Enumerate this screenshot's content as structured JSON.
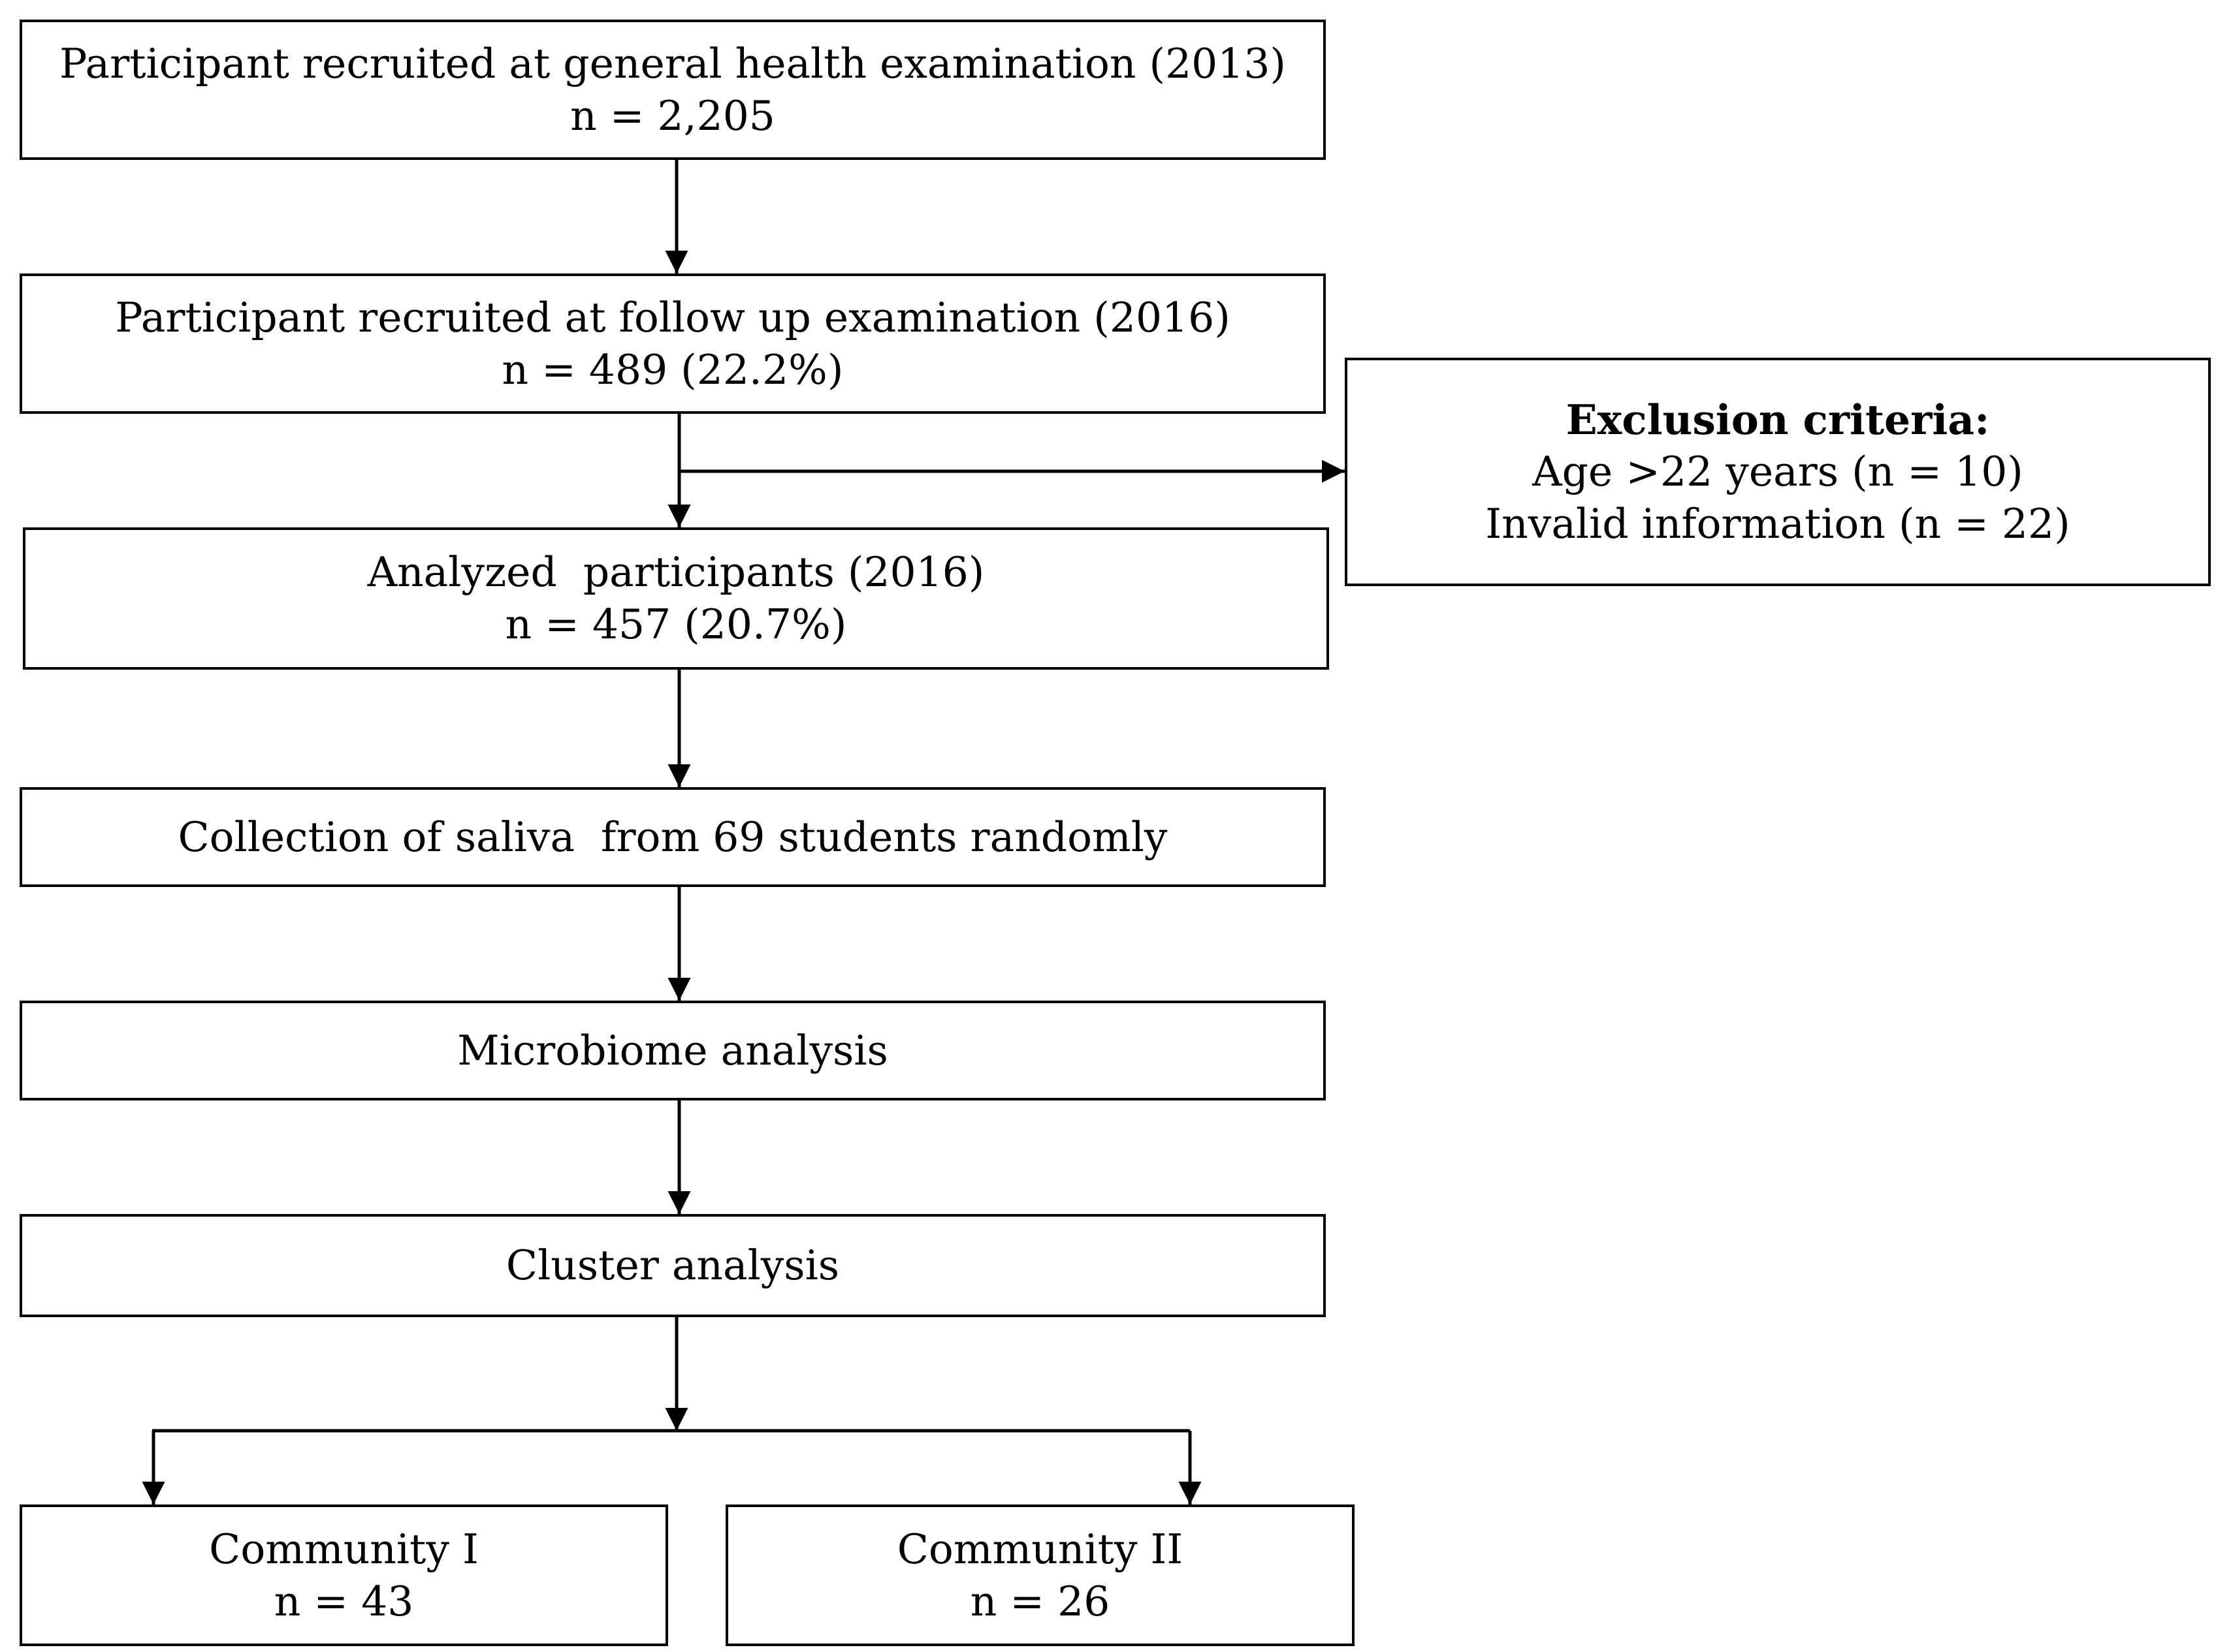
{
  "flowchart": {
    "recruit_2013": {
      "line1": "Participant recruited at general health examination (2013)",
      "line2": "n = 2,205"
    },
    "recruit_2016": {
      "line1": "Participant recruited at follow up examination (2016)",
      "line2": "n = 489 (22.2%)"
    },
    "exclusion": {
      "title": "Exclusion criteria:",
      "line1": "Age >22 years (n = 10)",
      "line2": "Invalid information (n = 22)"
    },
    "analyzed": {
      "line1": "Analyzed  participants (2016)",
      "line2": "n = 457 (20.7%)"
    },
    "saliva": {
      "line1": "Collection of saliva  from 69 students randomly"
    },
    "microbiome": {
      "line1": "Microbiome analysis"
    },
    "cluster": {
      "line1": "Cluster analysis"
    },
    "community_1": {
      "line1": "Community I",
      "line2": "n = 43"
    },
    "community_2": {
      "line1": "Community II",
      "line2": "n = 26"
    }
  }
}
